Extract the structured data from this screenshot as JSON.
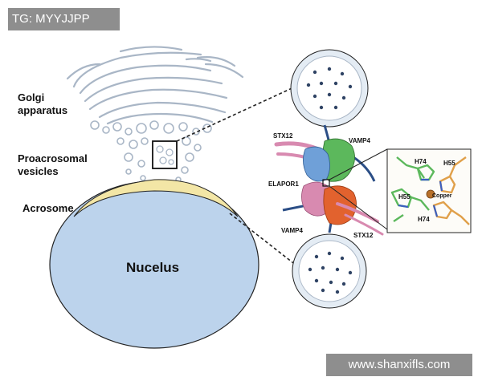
{
  "watermarks": {
    "top": "TG: MYYJJPP",
    "bottom": "www.shanxifls.com"
  },
  "labels": {
    "golgi_line1": "Golgi",
    "golgi_line2": "apparatus",
    "vesicles_line1": "Proacrosomal",
    "vesicles_line2": "vesicles",
    "acrosome": "Acrosome",
    "nucleus": "Nucelus",
    "stx12_top": "STX12",
    "vamp4_top": "VAMP4",
    "elapor1": "ELAPOR1",
    "vamp4_bottom": "VAMP4",
    "stx12_bottom": "STX12"
  },
  "inset_labels": {
    "h74_top": "H74",
    "h55_top": "H55",
    "h55_bottom": "H55",
    "copper": "Copper",
    "h74_bottom": "H74"
  },
  "colors": {
    "nucleus_fill": "#bcd3ec",
    "acrosome_fill": "#f3e6a6",
    "golgi_stroke": "#a9b6c6",
    "vesicle_fill": "#e4ecf4",
    "protein_green": "#5cb85c",
    "protein_blue": "#6fa0d8",
    "protein_pink": "#d88ab0",
    "protein_orange": "#e2622e",
    "copper": "#b8712a"
  }
}
